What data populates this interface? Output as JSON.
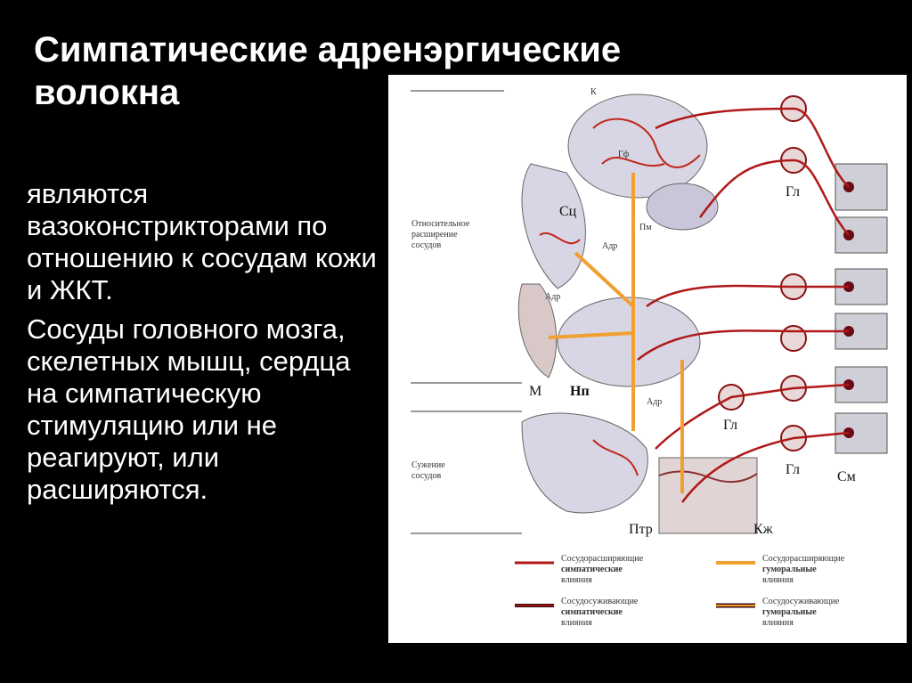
{
  "slide": {
    "title_line1": "Симпатические адренэргические",
    "title_line2": "волокна",
    "para1": "являются вазоконстрикторами по отношению к сосудам кожи и ЖКТ.",
    "para2": "Сосуды головного мозга, скелетных мышц, сердца на симпатическую стимуляцию или не реагируют,  или расширяются."
  },
  "figure": {
    "side_label_top": [
      "Относительное",
      "расширение",
      "сосудов"
    ],
    "side_label_bottom": [
      "Сужение",
      "сосудов"
    ],
    "labels": {
      "k": "К",
      "gf": "Гф",
      "sc": "Сц",
      "pm": "Пм",
      "adr1": "Адр",
      "adr2": "Адр",
      "adr3": "Адр",
      "gl1": "Гл",
      "gl2": "Гл",
      "gl3": "Гл",
      "m": "М",
      "np": "Нп",
      "ptr": "Птр",
      "kzh": "Кж",
      "sm": "См"
    },
    "legend": [
      {
        "line1": "Сосудорасширяющие",
        "line2": "симпатические",
        "line3": "влияния"
      },
      {
        "line1": "Сосудорасширяющие",
        "line2": "гуморальные",
        "line3": "влияния"
      },
      {
        "line1": "Сосудосуживающие",
        "line2": "симпатические",
        "line3": "влияния"
      },
      {
        "line1": "Сосудосуживающие",
        "line2": "гуморальные",
        "line3": "влияния"
      }
    ],
    "colors": {
      "sympathetic": "#b01818",
      "humoral": "#f0a030",
      "constrict_dark": "#3a0a0a"
    }
  }
}
